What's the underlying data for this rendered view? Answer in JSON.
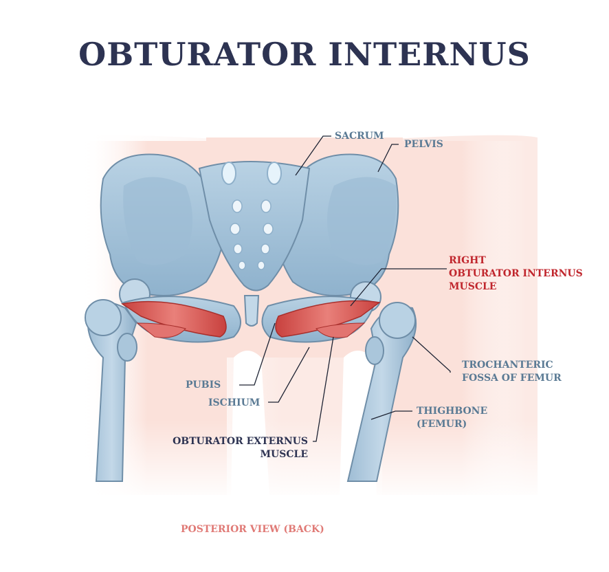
{
  "title": "OBTURATOR INTERNUS",
  "labels": {
    "sacrum": "SACRUM",
    "pelvis": "PELVIS",
    "right_obturator_line1": "RIGHT",
    "right_obturator_line2": "OBTURATOR INTERNUS",
    "right_obturator_line3": "MUSCLE",
    "trochanteric_line1": "TROCHANTERIC",
    "trochanteric_line2": "FOSSA OF FEMUR",
    "thighbone_line1": "THIGHBONE",
    "thighbone_line2": "(FEMUR)",
    "pubis": "PUBIS",
    "ischium": "ISCHIUM",
    "obturator_externus_line1": "OBTURATOR EXTERNUS",
    "obturator_externus_line2": "MUSCLE",
    "view": "POSTERIOR VIEW (BACK)"
  },
  "colors": {
    "title": "#2d3352",
    "label_blue": "#5a7a94",
    "label_red": "#c0262d",
    "label_dark": "#2d3352",
    "label_pink": "#e07a76",
    "bone": "#a9c6dc",
    "bone_dark": "#7da2bf",
    "muscle": "#d9534f",
    "skin": "#fbe1da"
  }
}
